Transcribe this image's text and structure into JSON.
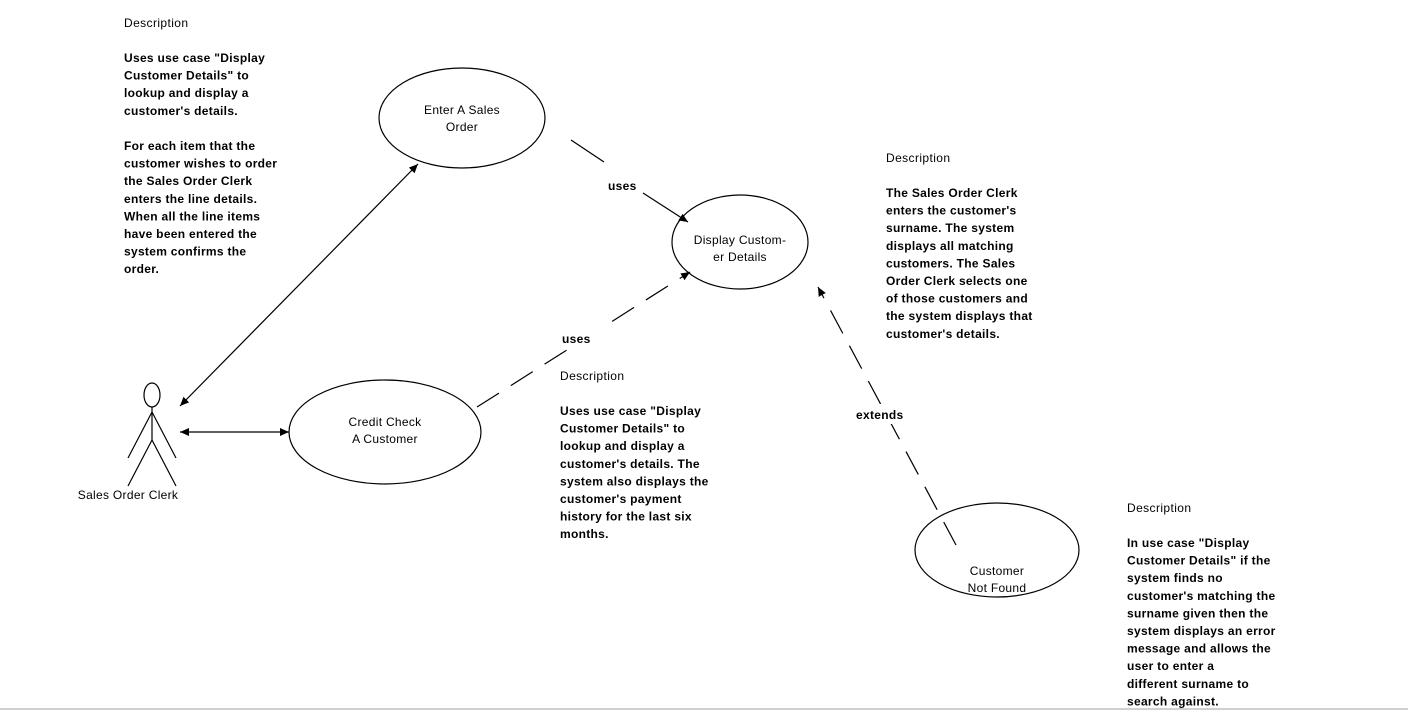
{
  "actor": {
    "label": "Sales Order Clerk"
  },
  "use_cases": {
    "enter_sales_order": {
      "lines": [
        "Enter A Sales",
        "Order"
      ]
    },
    "display_customer_details": {
      "lines": [
        "Display Custom-",
        "er Details"
      ]
    },
    "credit_check": {
      "lines": [
        "Credit  Check",
        "A Customer"
      ]
    },
    "customer_not_found": {
      "lines": [
        "Customer",
        "Not  Found"
      ]
    }
  },
  "relations": {
    "enter_uses": "uses",
    "credit_uses": "uses",
    "not_found_extends": "extends"
  },
  "descriptions": {
    "enter_sales_order": {
      "title": "Description",
      "lines": [
        "Uses use case \"Display",
        "Customer Details\" to",
        "lookup and display a",
        "customer's details.",
        "",
        "For each item that the",
        "customer wishes to order",
        "the Sales Order Clerk",
        "enters the line details.",
        "When all the line items",
        "have been entered the",
        "system confirms the",
        "order."
      ]
    },
    "display_customer_details": {
      "title": "Description",
      "lines": [
        "The Sales Order Clerk",
        "enters the customer's",
        "surname. The system",
        "displays all matching",
        "customers. The Sales",
        "Order Clerk selects one",
        "of those customers and",
        "the system displays that",
        "customer's details."
      ]
    },
    "credit_check": {
      "title": "Description",
      "lines": [
        "Uses use case \"Display",
        "Customer Details\" to",
        "lookup and display a",
        "customer's details. The",
        "system also displays the",
        "customer's payment",
        "history for the last six",
        "months."
      ]
    },
    "customer_not_found": {
      "title": "Description",
      "lines": [
        "In use case \"Display",
        "Customer Details\" if the",
        "system finds no",
        "customer's matching the",
        "surname given then the",
        "system displays an error",
        "message and allows the",
        "user to enter a",
        "different surname to",
        "search against."
      ]
    }
  }
}
